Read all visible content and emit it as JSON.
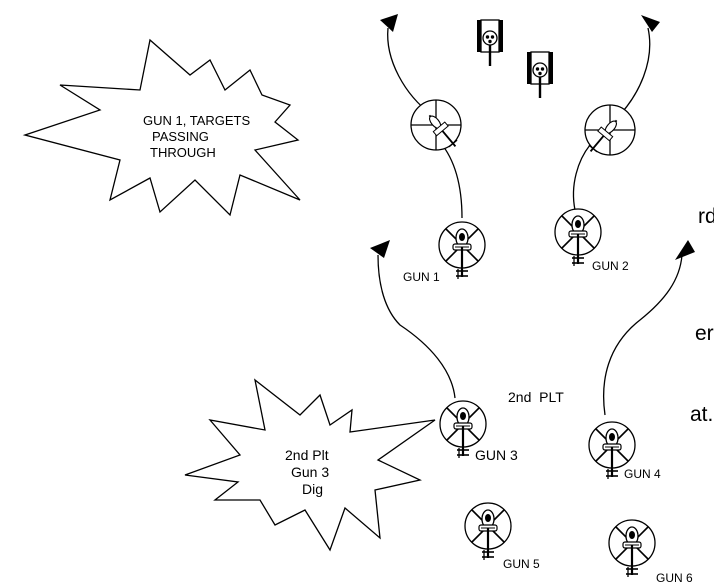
{
  "side_text": [
    "rd",
    "er",
    "at."
  ],
  "callouts": {
    "top": [
      "GUN 1, TARGETS",
      "PASSING",
      "THROUGH"
    ],
    "bottom": [
      "2nd Plt",
      "Gun 3",
      "Dig"
    ]
  },
  "platoon_label": "2nd  PLT",
  "guns": {
    "gun1": "GUN 1",
    "gun2": "GUN 2",
    "gun3": "GUN 3",
    "gun4": "GUN 4",
    "gun5": "GUN 5",
    "gun6": "GUN 6"
  }
}
